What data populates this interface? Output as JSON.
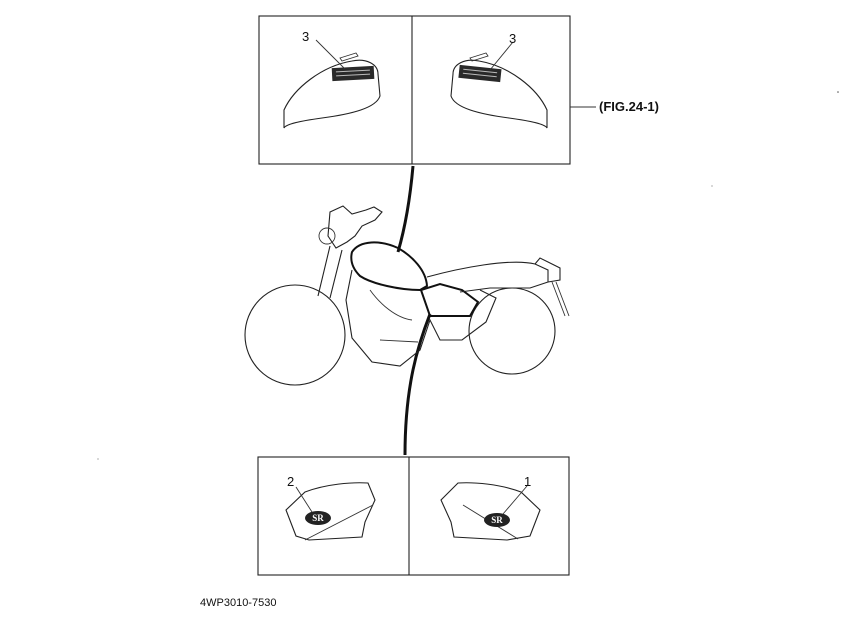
{
  "figure_reference": "(FIG.24-1)",
  "part_code": "4WP3010-7530",
  "top_panel": {
    "left_callout": "3",
    "right_callout": "3"
  },
  "bottom_panel": {
    "left_callout": "2",
    "right_callout": "1",
    "left_emblem": "SR",
    "right_emblem": "SR"
  }
}
